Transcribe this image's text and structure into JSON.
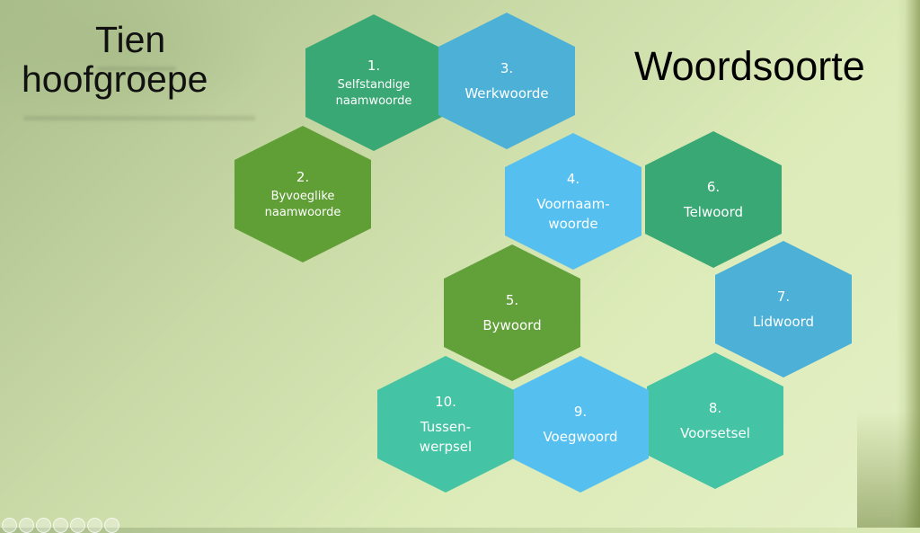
{
  "slide": {
    "title_left": [
      "Tien",
      "hoofgroepe"
    ],
    "title_right": "Woordsoorte"
  },
  "hexagons": [
    {
      "num": "1.",
      "label": "Selfstandige\nnaamwoorde",
      "color": "#3aa874"
    },
    {
      "num": "2.",
      "label": "Byvoeglike\nnaamwoorde",
      "color": "#5f9f35"
    },
    {
      "num": "3.",
      "label": "Werkwoorde",
      "color": "#4db0d6"
    },
    {
      "num": "4.",
      "label": "Voornaam-\nwoorde",
      "color": "#55c0f0"
    },
    {
      "num": "5.",
      "label": "Bywoord",
      "color": "#62a139"
    },
    {
      "num": "6.",
      "label": "Telwoord",
      "color": "#3aa874"
    },
    {
      "num": "7.",
      "label": "Lidwoord",
      "color": "#4db0d6"
    },
    {
      "num": "8.",
      "label": "Voorsetsel",
      "color": "#44c4a4"
    },
    {
      "num": "9.",
      "label": "Voegwoord",
      "color": "#55c0f0"
    },
    {
      "num": "10.",
      "label": "Tussen-\nwerpsel",
      "color": "#44c4a4"
    }
  ]
}
